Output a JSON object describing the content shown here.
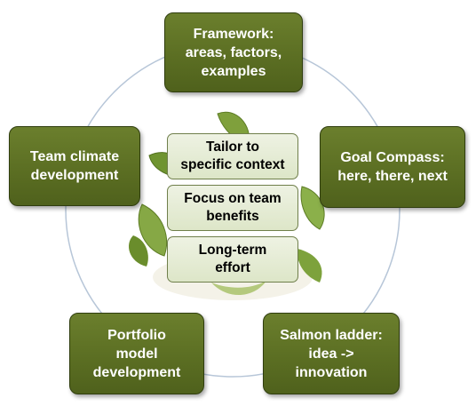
{
  "colors": {
    "outer_fill": "#5a6d22",
    "outer_border": "#2f3d0e",
    "inner_fill": "#e4ebd2",
    "ring": "#b7c6d8",
    "leaf": "#7fa03c"
  },
  "outer_nodes": {
    "framework": [
      "Framework:",
      "areas, factors,",
      "examples"
    ],
    "goal_compass": [
      "Goal Compass:",
      "here, there, next"
    ],
    "salmon_ladder": [
      "Salmon ladder:",
      "idea ->",
      "innovation"
    ],
    "portfolio": [
      "Portfolio",
      "model",
      "development"
    ],
    "team_climate": [
      "Team climate",
      "development"
    ]
  },
  "center_items": {
    "tailor": [
      "Tailor to",
      "specific context"
    ],
    "focus": [
      "Focus on team",
      "benefits"
    ],
    "long_term": [
      "Long-term",
      "effort"
    ]
  },
  "decor": {
    "center_image": "mint-leaves-icon"
  }
}
